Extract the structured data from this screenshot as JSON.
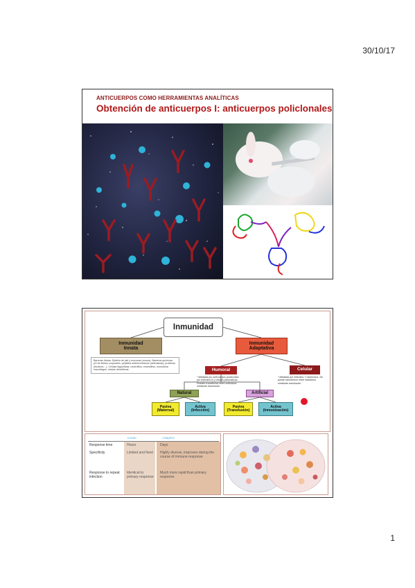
{
  "header": {
    "date": "30/10/17"
  },
  "footer": {
    "page_number": "1"
  },
  "slide1": {
    "subtitle": "ANTICUERPOS COMO HERRAMIENTAS ANALÍTICAS",
    "title": "Obtención de anticuerpos I: anticuerpos policlonales"
  },
  "slide2": {
    "diagram": {
      "root": "Inmunidad",
      "innata": {
        "line1": "Inmunidad",
        "line2": "Innata"
      },
      "adaptativa": {
        "line1": "Inmunidad",
        "line2": "Adaptativa"
      },
      "innata_note": "Barreras físicas: Epitelio de piel y mucosas (mocos). Barreras químicas: pH de fluidos corporales, peptidos antimicrobianos (defensinas), proteinas (lisozima,...). Celulas fagociticas: neutrófilos, eosinófilos, monocitos/ macrófagos, celulas dendríticas",
      "humoral": "Humoral",
      "humoral_note": "* Mediada por anticuerpos producidos por linfocitos B y células plasmáticas. Pueden transferirse entre individuos mediante transfusión",
      "celular": "Celular",
      "celular_note": "* Mediada por linfocitos T citotóxicos. No puede transferirse entre individuos mediante transfusión",
      "natural": "Natural",
      "natural_note": "",
      "artificial": "Artificial",
      "pasiva_maternal": {
        "line1": "Pasiva",
        "line2": "(Maternal)"
      },
      "activa_infeccion": {
        "line1": "Activa",
        "line2": "(Infección)"
      },
      "pasiva_transfusion": {
        "line1": "Pasiva",
        "line2": "(Transfusión)"
      },
      "activa_inmunizacion": {
        "line1": "Activa",
        "line2": "(Inmunización)"
      }
    },
    "table": {
      "col_innate": "Innate",
      "col_adaptive": "Adaptive",
      "rows": [
        {
          "label": "Response time",
          "innate": "Hours",
          "adaptive": "Days"
        },
        {
          "label": "Specificity",
          "innate": "Limited and fixed",
          "adaptive": "Highly diverse, improves during the course of immune response"
        },
        {
          "label": "Response to repeat infection",
          "innate": "Identical to primary response",
          "adaptive": "Much more rapid than primary response"
        }
      ]
    }
  },
  "colors": {
    "title_red": "#b01818",
    "innata": "#a38e63",
    "adaptativa": "#e85a3c",
    "humoral": "#a51f1f",
    "natural": "#8fa057",
    "artificial": "#d8a2dc",
    "pasiva": "#f2ea2e",
    "activa": "#74c4cf",
    "table_header_blue": "#5cb3dc"
  }
}
